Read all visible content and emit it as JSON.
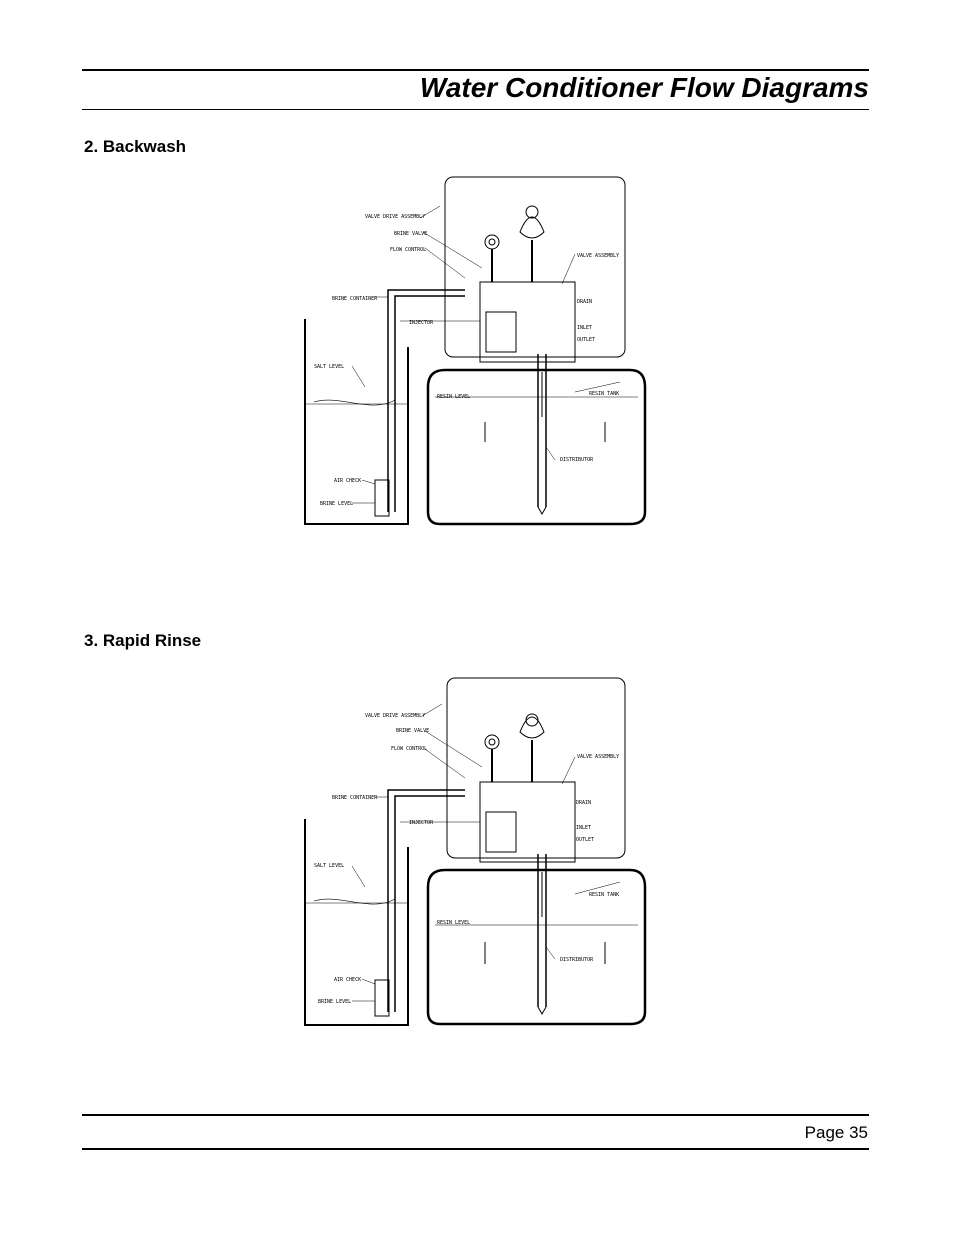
{
  "header": {
    "title": "Water Conditioner Flow Diagrams"
  },
  "sections": [
    {
      "heading": "2. Backwash",
      "labels": {
        "valve_drive_assembly": "VALVE DRIVE ASSEMBLY",
        "brine_valve": "BRINE VALVE",
        "flow_control": "FLOW CONTROL",
        "valve_assembly": "VALVE ASSEMBLY",
        "brine_container": "BRINE CONTAINER",
        "injector": "INJECTOR",
        "drain": "DRAIN",
        "inlet": "INLET",
        "outlet": "OUTLET",
        "salt_level": "SALT LEVEL",
        "resin_level": "RESIN LEVEL",
        "resin_tank": "RESIN TANK",
        "distributor": "DISTRIBUTOR",
        "air_check": "AIR CHECK",
        "brine_level": "BRINE LEVEL"
      }
    },
    {
      "heading": "3. Rapid Rinse",
      "labels": {
        "valve_drive_assembly": "VALVE DRIVE ASSEMBLY",
        "brine_valve": "BRINE VALVE",
        "flow_control": "FLOW CONTROL",
        "valve_assembly": "VALVE ASSEMBLY",
        "brine_container": "BRINE CONTAINER",
        "injector": "INJECTOR",
        "drain": "DRAIN",
        "inlet": "INLET",
        "outlet": "OUTLET",
        "salt_level": "SALT LEVEL",
        "resin_level": "RESIN LEVEL",
        "resin_tank": "RESIN TANK",
        "distributor": "DISTRIBUTOR",
        "air_check": "AIR CHECK",
        "brine_level": "BRINE LEVEL"
      }
    }
  ],
  "footer": {
    "page": "Page 35"
  }
}
